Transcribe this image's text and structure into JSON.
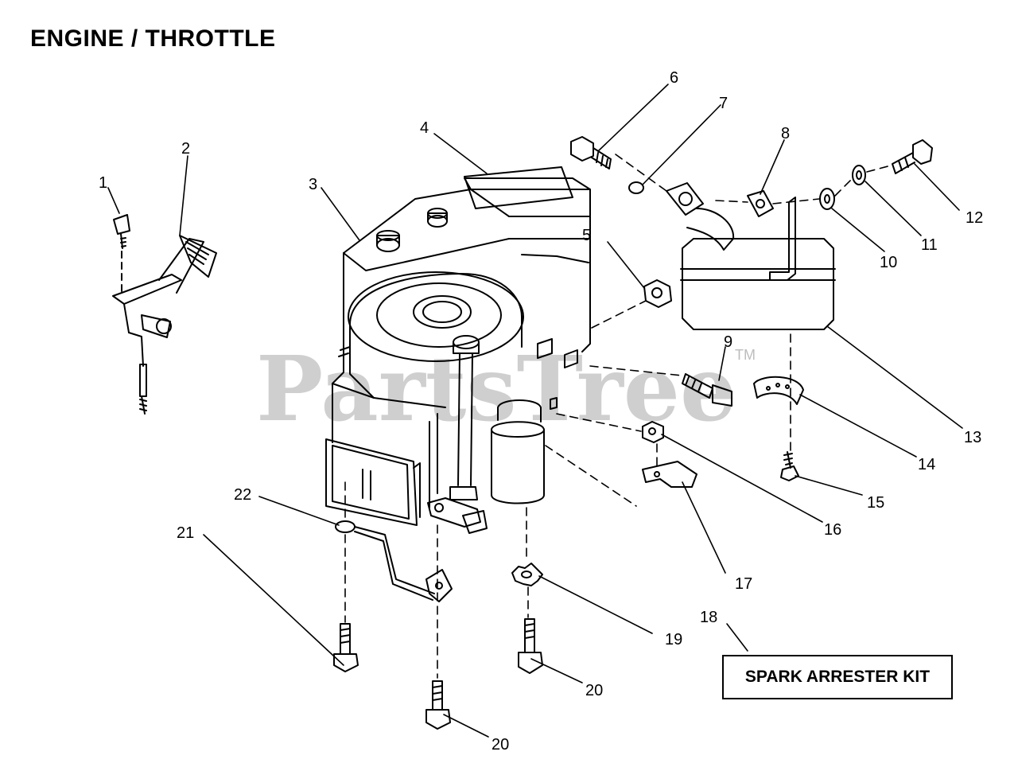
{
  "title": "ENGINE / THROTTLE",
  "watermark": {
    "text": "PartsTree",
    "tm": "TM"
  },
  "kit_label": "SPARK ARRESTER KIT",
  "callouts": [
    "1",
    "2",
    "3",
    "4",
    "5",
    "6",
    "7",
    "8",
    "9",
    "10",
    "11",
    "12",
    "13",
    "14",
    "15",
    "16",
    "17",
    "18",
    "19",
    "20",
    "20",
    "21",
    "22"
  ]
}
